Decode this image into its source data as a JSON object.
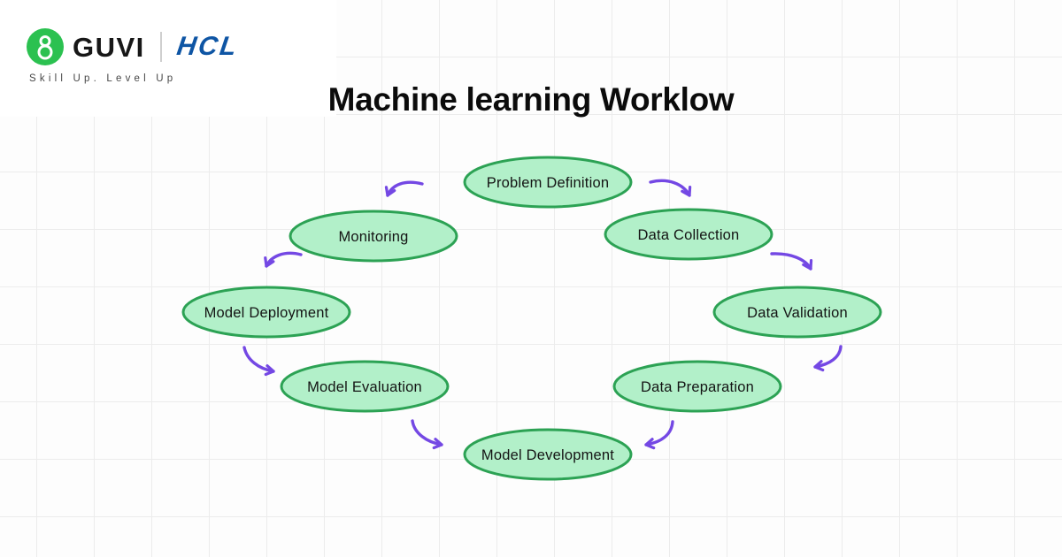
{
  "page": {
    "background_color": "#fdfdfd",
    "grid_color": "#ececec"
  },
  "header": {
    "brand": {
      "guvi_label": "GUVI",
      "guvi_icon_color": "#2bc150",
      "partner_label": "HCL",
      "partner_color": "#0e55a4",
      "tagline": "Skill Up. Level Up"
    },
    "title": "Machine learning Worklow"
  },
  "diagram": {
    "style": {
      "node_fill": "#b2f0c9",
      "node_border": "#2ca254",
      "arrow_color": "#7448e4"
    },
    "nodes": [
      {
        "id": "problem-definition",
        "label": "Problem Definition"
      },
      {
        "id": "data-collection",
        "label": "Data Collection"
      },
      {
        "id": "data-validation",
        "label": "Data Validation"
      },
      {
        "id": "data-preparation",
        "label": "Data Preparation"
      },
      {
        "id": "model-development",
        "label": "Model Development"
      },
      {
        "id": "model-evaluation",
        "label": "Model Evaluation"
      },
      {
        "id": "model-deployment",
        "label": "Model Deployment"
      },
      {
        "id": "monitoring",
        "label": "Monitoring"
      }
    ],
    "edges": [
      {
        "from": "Problem Definition",
        "to": "Data Collection"
      },
      {
        "from": "Data Collection",
        "to": "Data Validation"
      },
      {
        "from": "Data Validation",
        "to": "Data Preparation"
      },
      {
        "from": "Data Preparation",
        "to": "Model Development"
      },
      {
        "from": "Model Evaluation",
        "to": "Model Development"
      },
      {
        "from": "Model Deployment",
        "to": "Model Evaluation"
      },
      {
        "from": "Monitoring",
        "to": "Model Deployment"
      },
      {
        "from": "Problem Definition",
        "to": "Monitoring"
      }
    ]
  }
}
